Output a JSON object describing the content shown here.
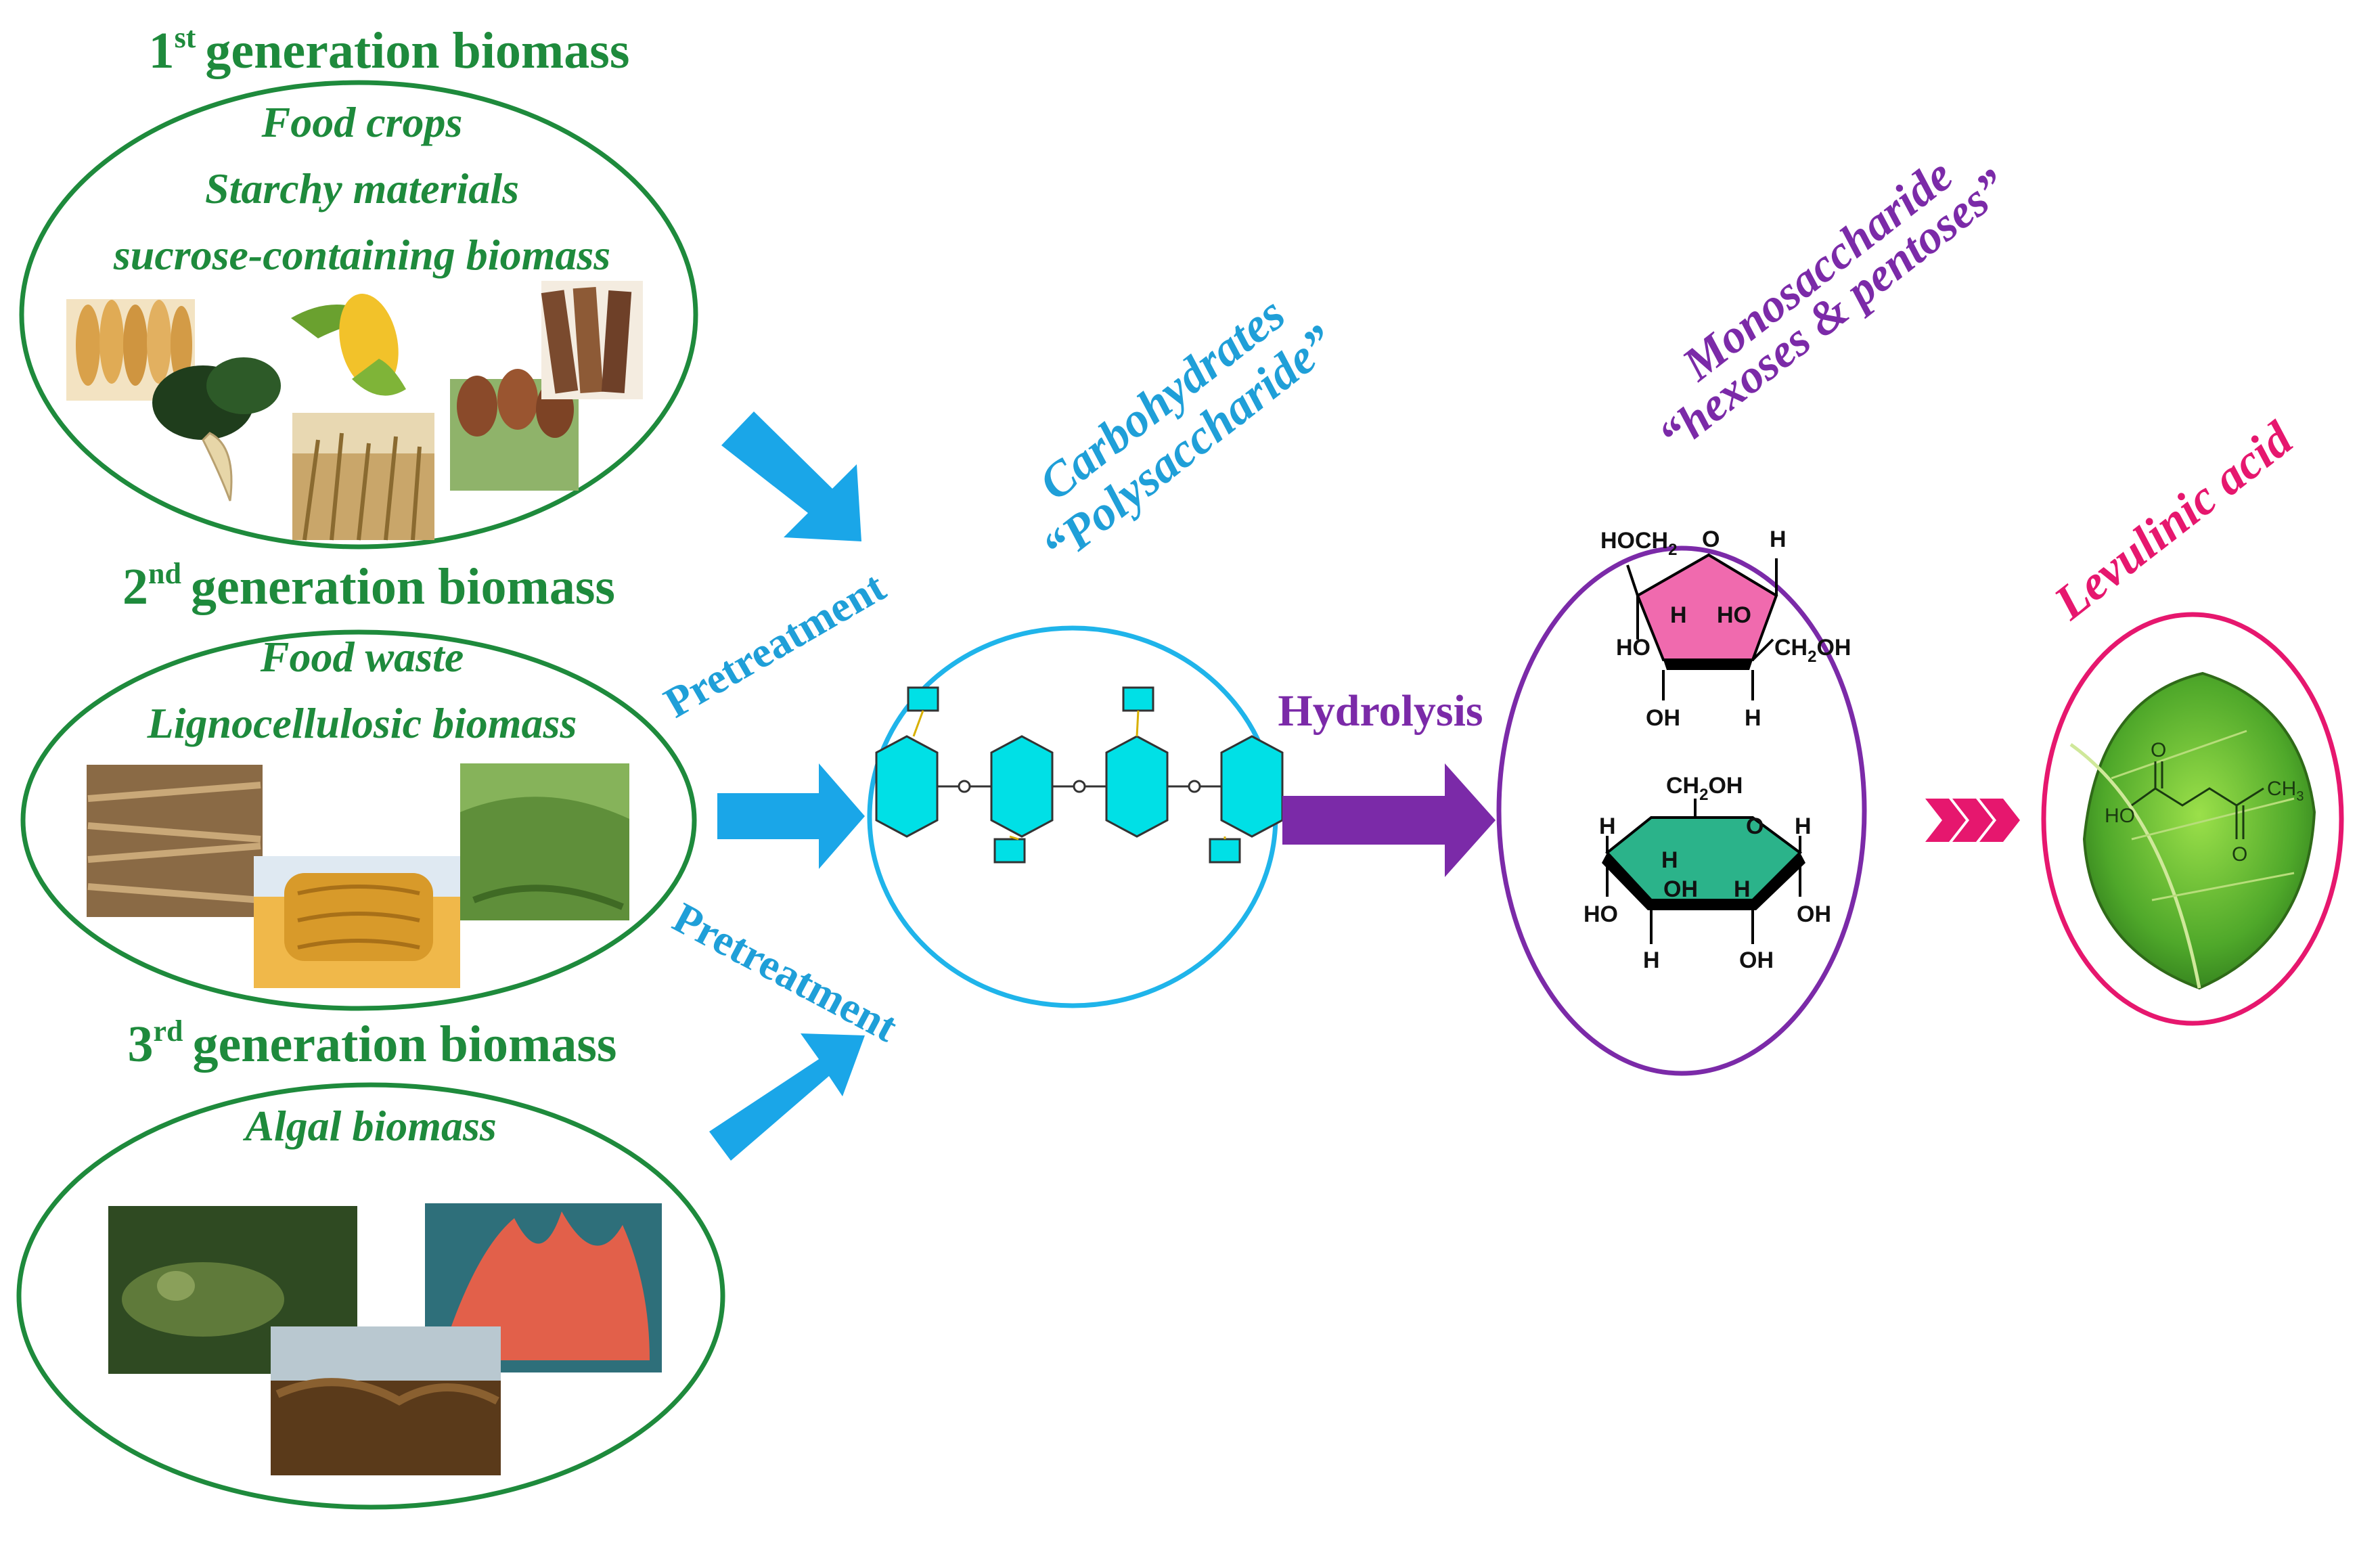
{
  "generations": [
    {
      "ordinal_num": "1",
      "ordinal_sup": "st",
      "title": "generation biomass",
      "items": [
        "Food crops",
        "Starchy materials",
        "sucrose-containing biomass"
      ]
    },
    {
      "ordinal_num": "2",
      "ordinal_sup": "nd",
      "title": "generation biomass",
      "items": [
        "Food waste",
        "Lignocellulosic biomass"
      ]
    },
    {
      "ordinal_num": "3",
      "ordinal_sup": "rd",
      "title": "generation biomass",
      "items": [
        "Algal biomass"
      ]
    }
  ],
  "steps": {
    "pretreatment_top": "Pretreatment",
    "pretreatment_bottom": "Pretreatment",
    "hydrolysis": "Hydrolysis"
  },
  "carbohydrates": {
    "line1": "Carbohydrates",
    "line2": "“Polysaccharide”"
  },
  "monosaccharide": {
    "line1": "Monosaccharide",
    "line2": "“hexoses & pentoses”",
    "furanose": {
      "hoch": "HOCH",
      "sub2": "2",
      "o": "O",
      "h_tr": "H",
      "h_in": "H",
      "ho_in": "HO",
      "ho_l": "HO",
      "ch2oh_a": "CH",
      "ch2oh_sub": "2",
      "ch2oh_b": "OH",
      "oh_b": "OH",
      "h_b": "H"
    },
    "pyranose": {
      "ch2oh_a": "CH",
      "ch2oh_sub": "2",
      "ch2oh_b": "OH",
      "o": "O",
      "h_tl": "H",
      "h_in1": "H",
      "h_tr": "H",
      "ho_l": "HO",
      "oh_in": "OH",
      "h_in2": "H",
      "oh_r": "OH",
      "h_bl": "H",
      "oh_b": "OH"
    }
  },
  "product": {
    "label": "Levulinic acid",
    "ho": "HO",
    "ch3_a": "CH",
    "ch3_sub": "3",
    "o1": "O",
    "o2": "O"
  },
  "colors": {
    "green": "#1e8a3c",
    "blue": "#1f9fd8",
    "arrow_blue": "#1aa6e8",
    "purple": "#7b2aa8",
    "pink": "#e6176e",
    "cyan": "#00e0e6",
    "furanose": "#f06aae",
    "pyranose": "#2bb38a"
  }
}
